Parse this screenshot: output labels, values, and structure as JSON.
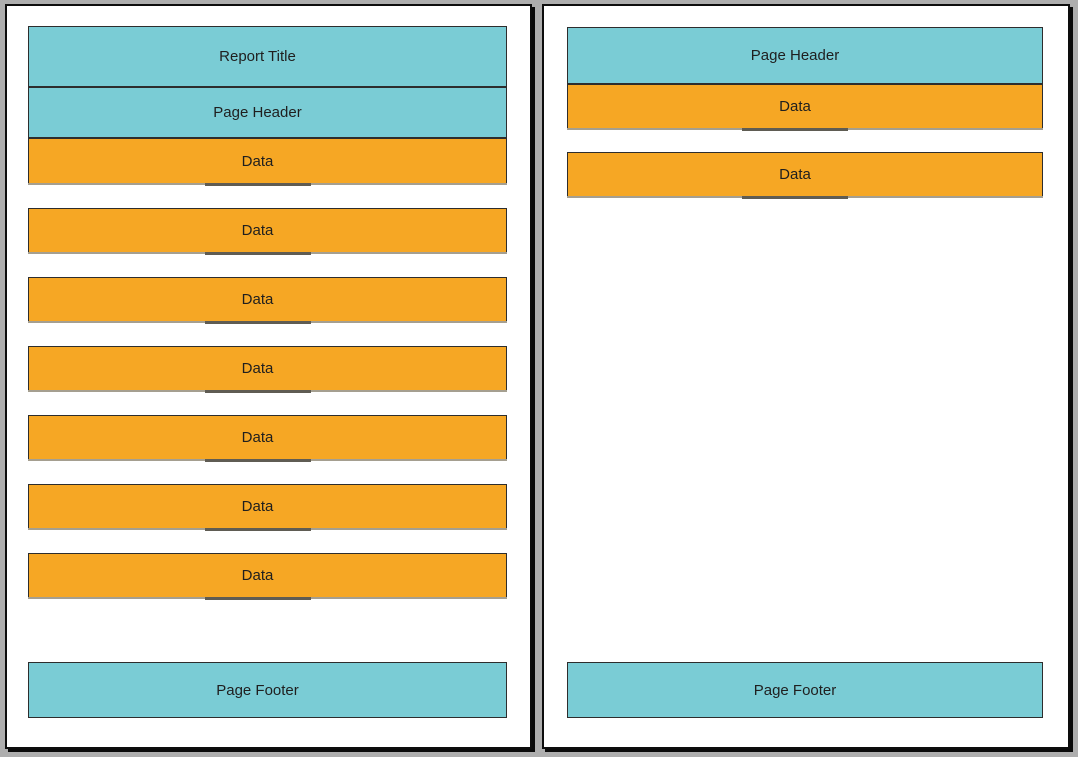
{
  "palette": {
    "band_teal": "#7accd5",
    "band_orange": "#f6a724",
    "band_border": "#2d2d2d",
    "page_background": "#ffffff",
    "canvas_background": "#aeaeae",
    "text": "#1f1f1f",
    "shadow_line": "#a59f90",
    "drag_handle": "#5f5c53"
  },
  "pages": [
    {
      "name": "page-1",
      "bands": [
        {
          "type": "report-title",
          "label": "Report Title",
          "color": "teal"
        },
        {
          "type": "page-header",
          "label": "Page Header",
          "color": "teal"
        },
        {
          "type": "data",
          "label": "Data",
          "color": "orange"
        },
        {
          "type": "data",
          "label": "Data",
          "color": "orange"
        },
        {
          "type": "data",
          "label": "Data",
          "color": "orange"
        },
        {
          "type": "data",
          "label": "Data",
          "color": "orange"
        },
        {
          "type": "data",
          "label": "Data",
          "color": "orange"
        },
        {
          "type": "data",
          "label": "Data",
          "color": "orange"
        },
        {
          "type": "data",
          "label": "Data",
          "color": "orange"
        },
        {
          "type": "page-footer",
          "label": "Page Footer",
          "color": "teal"
        }
      ]
    },
    {
      "name": "page-2",
      "bands": [
        {
          "type": "page-header",
          "label": "Page Header",
          "color": "teal"
        },
        {
          "type": "data",
          "label": "Data",
          "color": "orange"
        },
        {
          "type": "data",
          "label": "Data",
          "color": "orange"
        },
        {
          "type": "page-footer",
          "label": "Page Footer",
          "color": "teal"
        }
      ]
    }
  ]
}
